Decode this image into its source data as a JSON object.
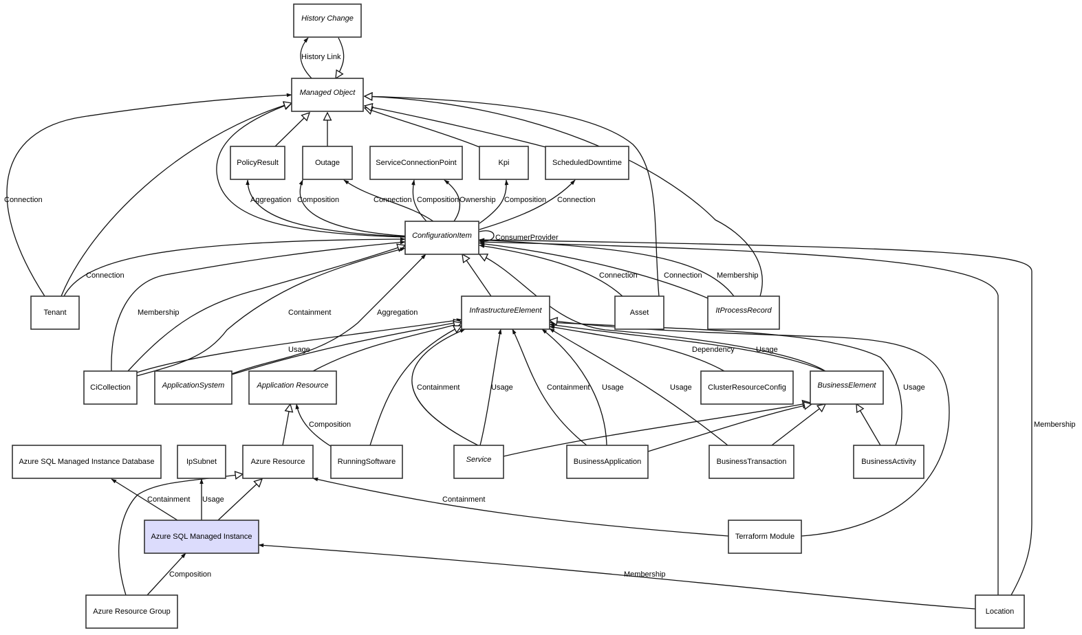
{
  "diagram": {
    "title": "Azure SQL Managed Instance class relationships",
    "highlight_color": "#dcdcfc",
    "nodes": [
      {
        "id": "history_change",
        "label": "History Change",
        "abstract": true
      },
      {
        "id": "managed_object",
        "label": "Managed Object",
        "abstract": true
      },
      {
        "id": "policy_result",
        "label": "PolicyResult",
        "abstract": false
      },
      {
        "id": "outage",
        "label": "Outage",
        "abstract": false
      },
      {
        "id": "scp",
        "label": "ServiceConnectionPoint",
        "abstract": false
      },
      {
        "id": "kpi",
        "label": "Kpi",
        "abstract": false
      },
      {
        "id": "sched",
        "label": "ScheduledDowntime",
        "abstract": false
      },
      {
        "id": "ci",
        "label": "ConfigurationItem",
        "abstract": true
      },
      {
        "id": "tenant",
        "label": "Tenant",
        "abstract": false
      },
      {
        "id": "infra",
        "label": "InfrastructureElement",
        "abstract": true
      },
      {
        "id": "asset",
        "label": "Asset",
        "abstract": false
      },
      {
        "id": "itpr",
        "label": "ItProcessRecord",
        "abstract": true
      },
      {
        "id": "cicoll",
        "label": "CiCollection",
        "abstract": false
      },
      {
        "id": "appsys",
        "label": "ApplicationSystem",
        "abstract": true
      },
      {
        "id": "appres",
        "label": "Application Resource",
        "abstract": true
      },
      {
        "id": "crc",
        "label": "ClusterResourceConfig",
        "abstract": false
      },
      {
        "id": "be",
        "label": "BusinessElement",
        "abstract": true
      },
      {
        "id": "sqlmidb",
        "label": "Azure SQL Managed Instance Database",
        "abstract": false
      },
      {
        "id": "ipsubnet",
        "label": "IpSubnet",
        "abstract": false
      },
      {
        "id": "azres",
        "label": "Azure Resource",
        "abstract": false
      },
      {
        "id": "runsw",
        "label": "RunningSoftware",
        "abstract": false
      },
      {
        "id": "service",
        "label": "Service",
        "abstract": true
      },
      {
        "id": "bizapp",
        "label": "BusinessApplication",
        "abstract": false
      },
      {
        "id": "biztx",
        "label": "BusinessTransaction",
        "abstract": false
      },
      {
        "id": "bizact",
        "label": "BusinessActivity",
        "abstract": false
      },
      {
        "id": "sqlmi",
        "label": "Azure SQL Managed Instance",
        "abstract": false,
        "highlight": true
      },
      {
        "id": "tfmod",
        "label": "Terraform Module",
        "abstract": false
      },
      {
        "id": "azrg",
        "label": "Azure Resource Group",
        "abstract": false
      },
      {
        "id": "location",
        "label": "Location",
        "abstract": false
      }
    ],
    "edges": [
      {
        "id": "e1",
        "from": "managed_object",
        "to": "history_change",
        "label": "History Link",
        "kind": "association"
      },
      {
        "id": "e2",
        "from": "history_change",
        "to": "managed_object",
        "label": "",
        "kind": "generalization"
      },
      {
        "id": "e3",
        "from": "policy_result",
        "to": "managed_object",
        "label": "",
        "kind": "generalization"
      },
      {
        "id": "e4",
        "from": "outage",
        "to": "managed_object",
        "label": "",
        "kind": "generalization"
      },
      {
        "id": "e5",
        "from": "kpi",
        "to": "managed_object",
        "label": "",
        "kind": "generalization"
      },
      {
        "id": "e6",
        "from": "sched",
        "to": "managed_object",
        "label": "",
        "kind": "generalization"
      },
      {
        "id": "e7",
        "from": "ci",
        "to": "managed_object",
        "label": "",
        "kind": "generalization"
      },
      {
        "id": "e8",
        "from": "tenant",
        "to": "managed_object",
        "label": "",
        "kind": "generalization"
      },
      {
        "id": "e9",
        "from": "tenant",
        "to": "managed_object",
        "label": "Connection",
        "kind": "association"
      },
      {
        "id": "e10",
        "from": "asset",
        "to": "managed_object",
        "label": "",
        "kind": "generalization"
      },
      {
        "id": "e11",
        "from": "itpr",
        "to": "managed_object",
        "label": "",
        "kind": "generalization"
      },
      {
        "id": "e12",
        "from": "ci",
        "to": "policy_result",
        "label": "Aggregation",
        "kind": "association"
      },
      {
        "id": "e13",
        "from": "ci",
        "to": "outage",
        "label": "Composition",
        "kind": "association"
      },
      {
        "id": "e14",
        "from": "ci",
        "to": "outage",
        "label": "Connection",
        "kind": "association"
      },
      {
        "id": "e15",
        "from": "ci",
        "to": "scp",
        "label": "Composition",
        "kind": "association"
      },
      {
        "id": "e16",
        "from": "ci",
        "to": "scp",
        "label": "Ownership",
        "kind": "association"
      },
      {
        "id": "e17",
        "from": "ci",
        "to": "kpi",
        "label": "Composition",
        "kind": "association"
      },
      {
        "id": "e18",
        "from": "ci",
        "to": "sched",
        "label": "Connection",
        "kind": "association"
      },
      {
        "id": "e19",
        "from": "ci",
        "to": "ci",
        "label": "ConsumerProvider",
        "kind": "association"
      },
      {
        "id": "e20",
        "from": "tenant",
        "to": "ci",
        "label": "Connection",
        "kind": "association"
      },
      {
        "id": "e21",
        "from": "cicoll",
        "to": "ci",
        "label": "Membership",
        "kind": "association"
      },
      {
        "id": "e22",
        "from": "cicoll",
        "to": "ci",
        "label": "",
        "kind": "generalization"
      },
      {
        "id": "e23",
        "from": "cicoll",
        "to": "ci",
        "label": "Containment",
        "kind": "association"
      },
      {
        "id": "e24",
        "from": "appsys",
        "to": "ci",
        "label": "Aggregation",
        "kind": "association"
      },
      {
        "id": "e25",
        "from": "infra",
        "to": "ci",
        "label": "",
        "kind": "generalization"
      },
      {
        "id": "e26",
        "from": "asset",
        "to": "ci",
        "label": "Connection",
        "kind": "association"
      },
      {
        "id": "e27",
        "from": "itpr",
        "to": "ci",
        "label": "Connection",
        "kind": "association"
      },
      {
        "id": "e28",
        "from": "itpr",
        "to": "ci",
        "label": "Membership",
        "kind": "association"
      },
      {
        "id": "e29",
        "from": "location",
        "to": "ci",
        "label": "",
        "kind": "association"
      },
      {
        "id": "e30",
        "from": "location",
        "to": "ci",
        "label": "Membership",
        "kind": "association"
      },
      {
        "id": "e31",
        "from": "be",
        "to": "ci",
        "label": "",
        "kind": "generalization"
      },
      {
        "id": "e32",
        "from": "cicoll",
        "to": "infra",
        "label": "Usage",
        "kind": "association"
      },
      {
        "id": "e33",
        "from": "appsys",
        "to": "infra",
        "label": "",
        "kind": "generalization"
      },
      {
        "id": "e34",
        "from": "appres",
        "to": "infra",
        "label": "",
        "kind": "generalization"
      },
      {
        "id": "e35",
        "from": "runsw",
        "to": "infra",
        "label": "",
        "kind": "generalization"
      },
      {
        "id": "e36",
        "from": "service",
        "to": "infra",
        "label": "Containment",
        "kind": "association"
      },
      {
        "id": "e37",
        "from": "service",
        "to": "infra",
        "label": "Usage",
        "kind": "association"
      },
      {
        "id": "e38",
        "from": "bizapp",
        "to": "infra",
        "label": "Containment",
        "kind": "association"
      },
      {
        "id": "e39",
        "from": "bizapp",
        "to": "infra",
        "label": "Usage",
        "kind": "association"
      },
      {
        "id": "e40",
        "from": "biztx",
        "to": "infra",
        "label": "Usage",
        "kind": "association"
      },
      {
        "id": "e41",
        "from": "crc",
        "to": "infra",
        "label": "Dependency",
        "kind": "association"
      },
      {
        "id": "e42",
        "from": "be",
        "to": "infra",
        "label": "Usage",
        "kind": "association"
      },
      {
        "id": "e43",
        "from": "bizact",
        "to": "infra",
        "label": "Usage",
        "kind": "association"
      },
      {
        "id": "e44",
        "from": "tfmod",
        "to": "infra",
        "label": "",
        "kind": "generalization"
      },
      {
        "id": "e45",
        "from": "service",
        "to": "be",
        "label": "",
        "kind": "generalization"
      },
      {
        "id": "e46",
        "from": "bizapp",
        "to": "be",
        "label": "",
        "kind": "generalization"
      },
      {
        "id": "e47",
        "from": "biztx",
        "to": "be",
        "label": "",
        "kind": "generalization"
      },
      {
        "id": "e48",
        "from": "bizact",
        "to": "be",
        "label": "",
        "kind": "generalization"
      },
      {
        "id": "e49",
        "from": "azres",
        "to": "appres",
        "label": "",
        "kind": "generalization"
      },
      {
        "id": "e50",
        "from": "runsw",
        "to": "appres",
        "label": "Composition",
        "kind": "association"
      },
      {
        "id": "e51",
        "from": "sqlmi",
        "to": "sqlmidb",
        "label": "Containment",
        "kind": "association"
      },
      {
        "id": "e52",
        "from": "sqlmi",
        "to": "ipsubnet",
        "label": "Usage",
        "kind": "association"
      },
      {
        "id": "e53",
        "from": "sqlmi",
        "to": "azres",
        "label": "",
        "kind": "generalization"
      },
      {
        "id": "e54",
        "from": "azrg",
        "to": "azres",
        "label": "",
        "kind": "generalization"
      },
      {
        "id": "e55",
        "from": "tfmod",
        "to": "azres",
        "label": "Containment",
        "kind": "association"
      },
      {
        "id": "e56",
        "from": "azrg",
        "to": "sqlmi",
        "label": "Composition",
        "kind": "association"
      },
      {
        "id": "e57",
        "from": "location",
        "to": "sqlmi",
        "label": "Membership",
        "kind": "association"
      }
    ]
  }
}
